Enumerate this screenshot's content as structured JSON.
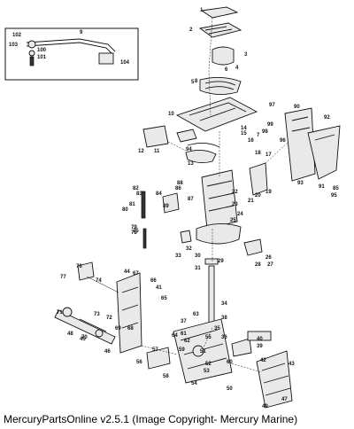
{
  "caption": "MercuryPartsOnline v2.5.1 (Image Copyright- Mercury Marine)",
  "labels": [
    "1",
    "2",
    "3",
    "4",
    "5",
    "6",
    "7",
    "8",
    "9",
    "10",
    "11",
    "12",
    "13",
    "14",
    "15",
    "16",
    "17",
    "18",
    "19",
    "20",
    "21",
    "22",
    "23",
    "24",
    "25",
    "26",
    "27",
    "28",
    "29",
    "30",
    "31",
    "32",
    "33",
    "34",
    "35",
    "36",
    "37",
    "38",
    "39",
    "40",
    "41",
    "42",
    "43",
    "44",
    "45",
    "46",
    "47",
    "48",
    "49",
    "50",
    "51",
    "52",
    "53",
    "54",
    "55",
    "56",
    "57",
    "58",
    "59",
    "60",
    "61",
    "62",
    "63",
    "64",
    "65",
    "66",
    "67",
    "68",
    "69",
    "70",
    "71",
    "72",
    "73",
    "74",
    "75",
    "76",
    "77",
    "78",
    "79",
    "80",
    "81",
    "82",
    "83",
    "84",
    "85",
    "86",
    "87",
    "88",
    "89",
    "90",
    "91",
    "92",
    "93",
    "94",
    "95",
    "96",
    "97",
    "98",
    "99",
    "100",
    "101",
    "102",
    "103",
    "104"
  ]
}
